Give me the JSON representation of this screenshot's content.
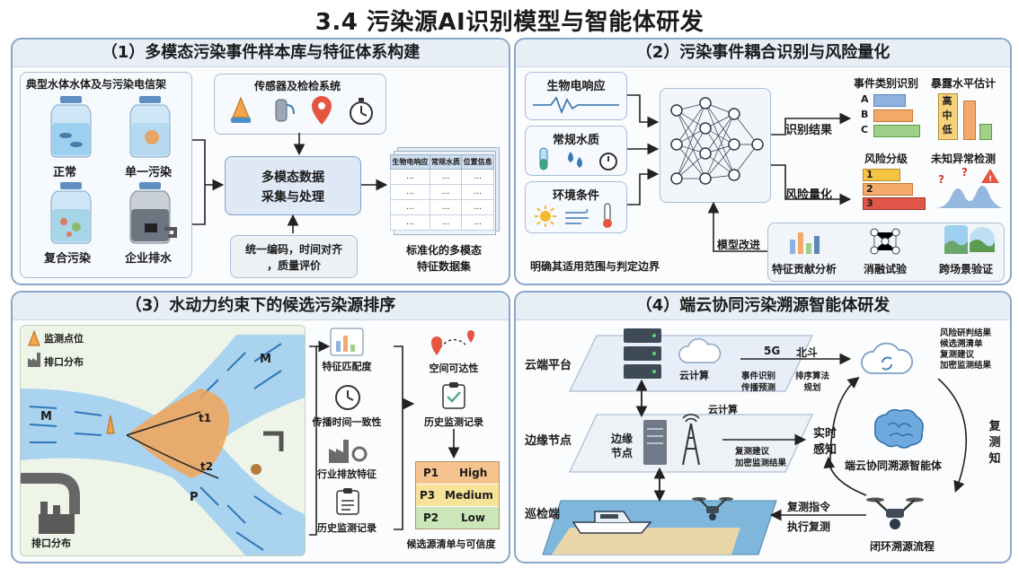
{
  "title": "3.4 污染源AI识别模型与智能体研发",
  "panel1": {
    "header": "（1）多模态污染事件样本库与特征体系构建",
    "water_box_title": "典型水体水体及与污染电信架",
    "water_labels": [
      "正常",
      "单一污染",
      "复合污染",
      "企业排水"
    ],
    "sensor_title": "传感器及检检系统",
    "center_box": [
      "多模态数据",
      "采集与处理"
    ],
    "process_box": [
      "统一编码，时间对齐",
      "，质量评价"
    ],
    "table_headers": [
      "生物电响应",
      "常规水质",
      "位置信息"
    ],
    "table_cell": "...",
    "table_caption": [
      "标准化的多模态",
      "特征数据集"
    ]
  },
  "panel2": {
    "header": "（2）污染事件耦合识别与风险量化",
    "inputs": [
      "生物电响应",
      "常规水质",
      "环境条件"
    ],
    "out_ident": "识别结果",
    "out_risk": "风险量化",
    "event_class": "事件类别识别",
    "exposure": "暴露水平估计",
    "abc": [
      "A",
      "B",
      "C"
    ],
    "levels": [
      "高",
      "中",
      "低"
    ],
    "risk_grade": "风险分级",
    "risk_nums": [
      "1",
      "2",
      "3"
    ],
    "unknown": "未知异常检测",
    "model_improve": "模型改进",
    "scope": "明确其适用范围与判定边界",
    "tools": [
      "特征贡献分析",
      "消融试验",
      "跨场景验证"
    ],
    "colors": {
      "blue": "#8fb3e0",
      "orange": "#f2a96a",
      "green": "#9fcf88",
      "red": "#e0574a",
      "yellow": "#f5c542"
    }
  },
  "panel3": {
    "header": "（3）水动力约束下的候选污染源排序",
    "legend_monitor": "监测点位",
    "legend_outfall": "排口分布",
    "outfall_bottom": "排口分布",
    "river_labels": [
      "M",
      "M",
      "P"
    ],
    "time_labels": [
      "t1",
      "t2"
    ],
    "features": [
      "特征匹配度",
      "传播时间一致性",
      "行业排放特征",
      "历史监测记录"
    ],
    "spatial": "空间可达性",
    "history": "历史监测记录",
    "priority": [
      {
        "rank": "P1",
        "level": "High"
      },
      {
        "rank": "P3",
        "level": "Medium"
      },
      {
        "rank": "P2",
        "level": "Low"
      }
    ],
    "priority_caption": "候选源清单与可信度"
  },
  "panel4": {
    "header": "（4）端云协同污染溯源智能体研发",
    "tiers": [
      "云端平台",
      "边缘节点",
      "巡检端"
    ],
    "cloud_compute": "云计算",
    "cloud_compute2": "云计算",
    "net": [
      "5G",
      "北斗"
    ],
    "event_ident": [
      "事件识别",
      "传播预测"
    ],
    "sort_algo": [
      "排序算法",
      "规划"
    ],
    "cloud_results": [
      "风险研判结果",
      "候选溯清单",
      "复测建议",
      "加密监测结果"
    ],
    "edge_node": [
      "边缘",
      "节点"
    ],
    "edge_results": [
      "复测建议",
      "加密监测结果"
    ],
    "realtime": [
      "实时",
      "感知"
    ],
    "recheck_side": [
      "复",
      "测",
      "知"
    ],
    "agent": "端云协同溯源智能体",
    "recheck_cmd": "复测指令",
    "exec_recheck": "执行复测",
    "closed_loop": "闭环溯源流程"
  }
}
